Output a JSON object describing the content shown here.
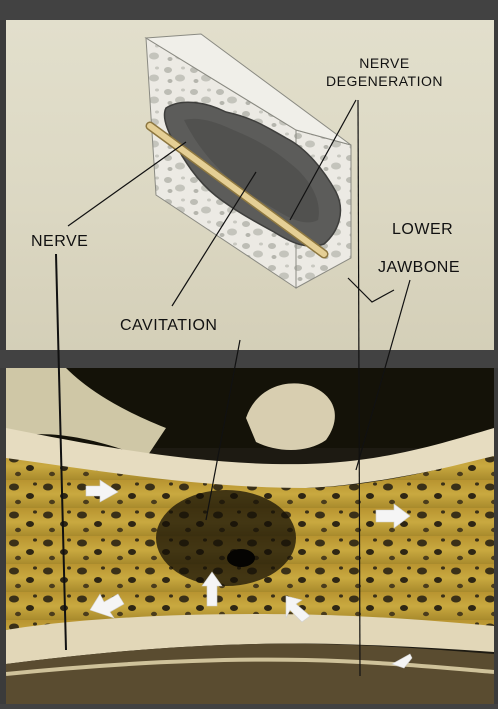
{
  "labels": {
    "nerve_degeneration": "NERVE DEGENERATION",
    "nerve_degeneration_line1": "NERVE",
    "nerve_degeneration_line2": "DEGENERATION",
    "lower": "LOWER",
    "jawbone": "JAWBONE",
    "nerve": "NERVE",
    "cavitation": "CAVITATION"
  },
  "colors": {
    "illustration_background": "#dedac6",
    "bone": "#e8e8e2",
    "cavity": "#585858",
    "nerve_rod": "#e2c98d",
    "photo_bone": "#c8a83a",
    "leader_lines": "#111111",
    "arrows": "#f5f5f5"
  }
}
